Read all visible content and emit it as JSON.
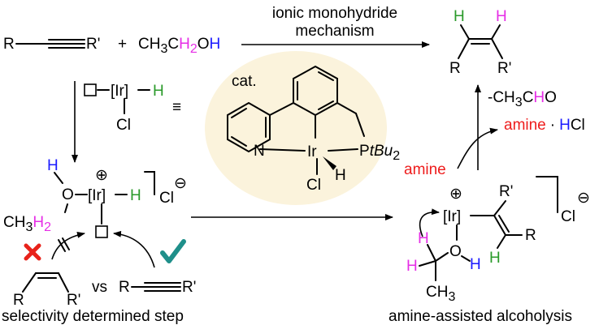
{
  "colors": {
    "hydride": "#2a9a2a",
    "ch2": "#e62ee6",
    "oh": "#1a1aff",
    "amine": "#ee1c1c",
    "catalyst_bg": "#fbf3dc",
    "cross": "#e8221a",
    "check": "#1f8f8a"
  },
  "top": {
    "alkyne_left": "R",
    "alkyne_right": "R'",
    "plus": "+",
    "ethanol": {
      "ch3": "CH",
      "sub3": "3",
      "c": "C",
      "h2": "H",
      "sub2": "2",
      "oh_o": "O",
      "oh_h": "H"
    },
    "arrow_line1": "ionic monohydride",
    "arrow_line2": "mechanism"
  },
  "product": {
    "h_left": "H",
    "h_right": "H",
    "r_left": "R",
    "r_right": "R'"
  },
  "loss": {
    "prefix": "-CH",
    "sub": "3",
    "c": "C",
    "h": "H",
    "o": "O"
  },
  "amine_salt": {
    "amine": "amine",
    "dot": "·",
    "h": "H",
    "cl": "Cl"
  },
  "amine_label": "amine",
  "hydride_def": {
    "ir": "[Ir]",
    "h": "H",
    "cl": "Cl",
    "equiv": "≡"
  },
  "catalyst": {
    "cat": "cat.",
    "n": "N",
    "ir": "Ir",
    "p": "P",
    "tbu": "tBu",
    "sub2": "2",
    "cl": "Cl",
    "h": "H"
  },
  "intermediate": {
    "h_oh": "H",
    "o": "O",
    "ir": "[Ir]",
    "h": "H",
    "plus": "⊕",
    "cl": "Cl",
    "minus": "⊖",
    "ch3": "CH",
    "sub3": "3",
    "h2": "H",
    "sub2": "2"
  },
  "selectivity": {
    "vs": "vs",
    "r_alkene": "R",
    "rp_alkene": "R'",
    "r_alkyne": "R",
    "rp_alkyne": "R'",
    "caption": "selectivity determined step"
  },
  "alcoholysis": {
    "plus": "⊕",
    "ir": "[Ir]",
    "rp": "R'",
    "cl": "Cl",
    "minus": "⊖",
    "r": "R",
    "h_ch2a": "H",
    "h_ch2b": "H",
    "o": "O",
    "h_oh": "H",
    "h_vinyl": "H",
    "ch3": "CH",
    "sub3": "3",
    "caption": "amine-assisted alcoholysis"
  }
}
